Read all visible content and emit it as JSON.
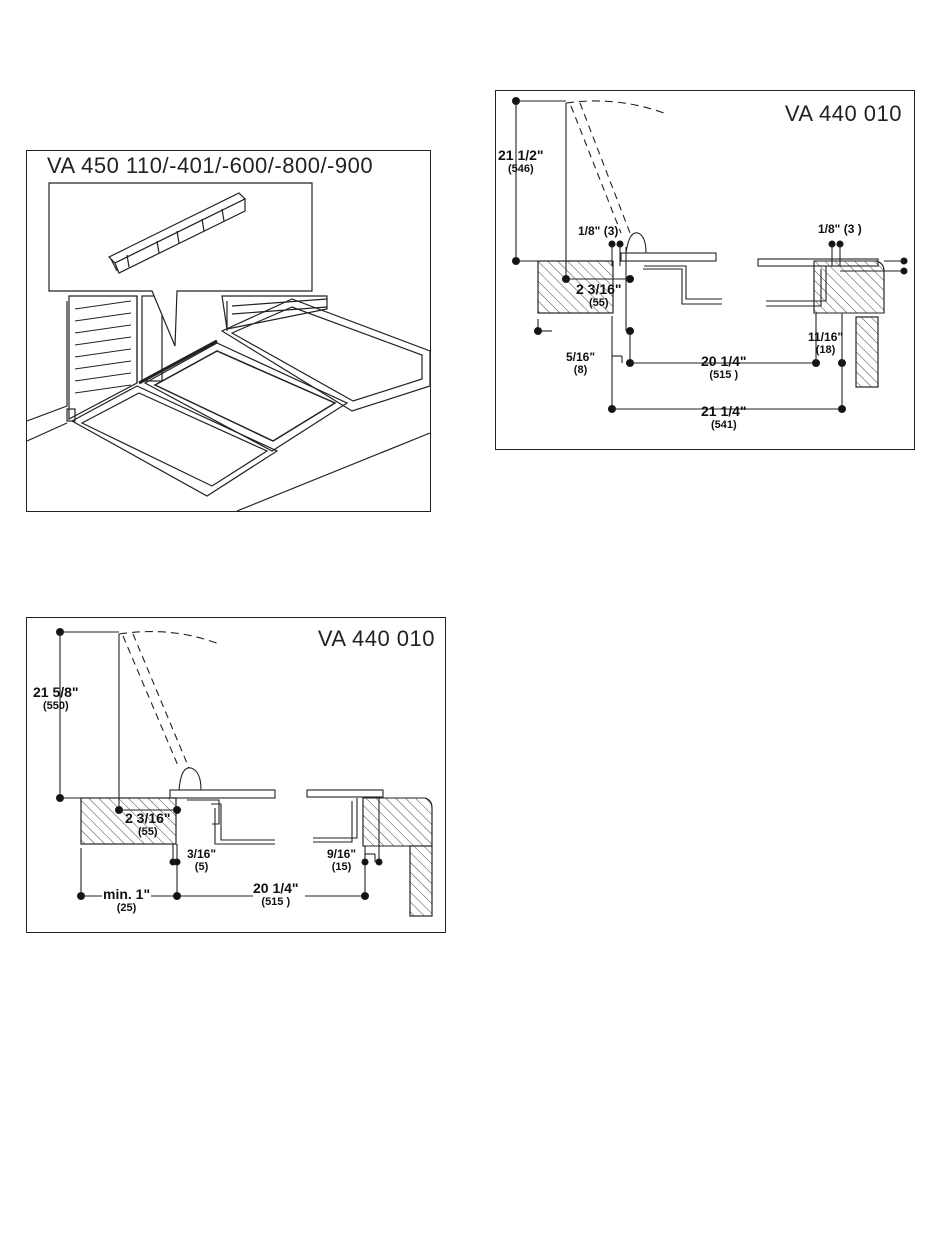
{
  "panel_top_left": {
    "title": "VA 450 110/-401/-600/-800/-900"
  },
  "panel_top_right": {
    "title": "VA 440 010",
    "dims": {
      "height": {
        "imperial": "21 1/2\"",
        "metric": "(546)"
      },
      "offset_left": {
        "imperial": "2 3/16\"",
        "metric": "(55)"
      },
      "gap_left": {
        "imperial": "1/8\" (3)"
      },
      "gap_right": {
        "imperial": "1/8\" (3 )"
      },
      "left_small": {
        "imperial": "5/16\"",
        "metric": "(8)"
      },
      "span_inner": {
        "imperial": "20 1/4\"",
        "metric": "(515 )"
      },
      "right_small": {
        "imperial": "11/16\"",
        "metric": "(18)"
      },
      "span_outer": {
        "imperial": "21 1/4\"",
        "metric": "(541)"
      }
    }
  },
  "panel_bottom_left": {
    "title": "VA 440 010",
    "dims": {
      "height": {
        "imperial": "21 5/8\"",
        "metric": "(550)"
      },
      "offset_left": {
        "imperial": "2 3/16\"",
        "metric": "(55)"
      },
      "left_small": {
        "imperial": "3/16\"",
        "metric": "(5)"
      },
      "right_small": {
        "imperial": "9/16\"",
        "metric": "(15)"
      },
      "min_gap": {
        "imperial": "min. 1\"",
        "metric": "(25)"
      },
      "span": {
        "imperial": "20 1/4\"",
        "metric": "(515 )"
      }
    }
  }
}
